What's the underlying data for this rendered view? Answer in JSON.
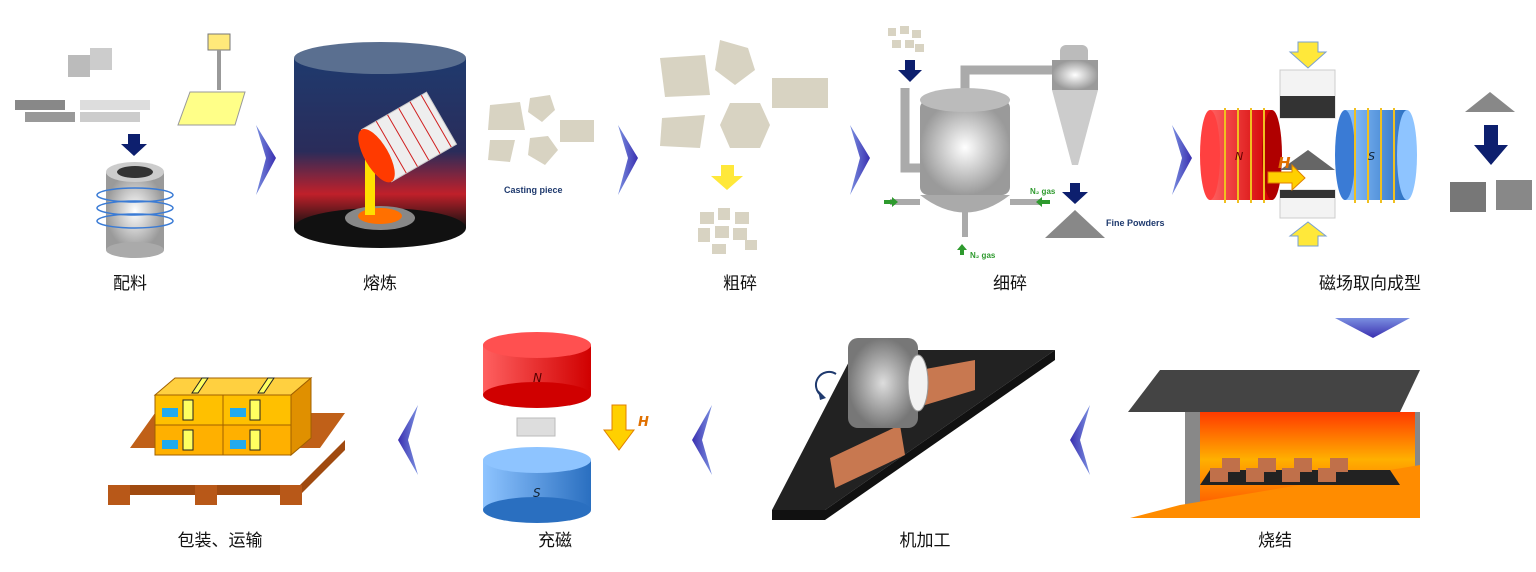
{
  "stages": [
    {
      "id": "batching",
      "label": "配料"
    },
    {
      "id": "melting",
      "label": "熔炼"
    },
    {
      "id": "coarse_crushing",
      "label": "粗碎"
    },
    {
      "id": "fine_milling",
      "label": "细碎"
    },
    {
      "id": "field_pressing",
      "label": "磁场取向成型"
    },
    {
      "id": "sintering",
      "label": "烧结"
    },
    {
      "id": "machining",
      "label": "机加工"
    },
    {
      "id": "magnetizing",
      "label": "充磁"
    },
    {
      "id": "packaging",
      "label": "包装、运输"
    }
  ],
  "annotations": {
    "casting_piece": "Casting piece",
    "n2_gas_side": "N₂ gas",
    "n2_gas_bottom": "N₂ gas",
    "fine_powders": "Fine Powders",
    "pole_n": "N",
    "pole_s": "S",
    "field_h": "H",
    "mag_n": "N",
    "mag_s": "S",
    "mag_h": "H"
  },
  "colors": {
    "arrow": "#5a4fcf",
    "text_blue": "#1f3a6e",
    "gas_green": "#2e9a2e",
    "flow_arrow": "#0d1f6e"
  }
}
